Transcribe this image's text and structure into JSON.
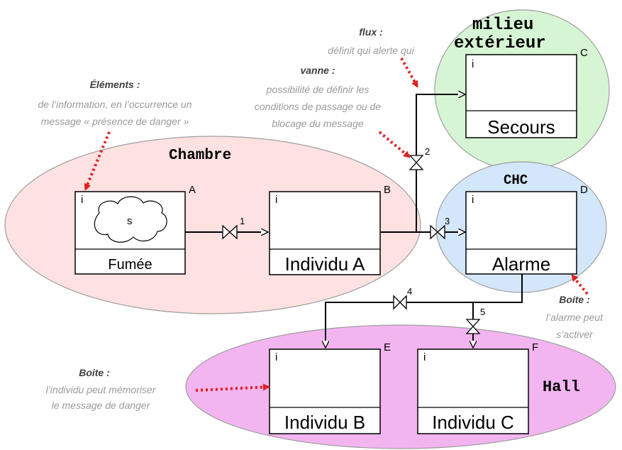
{
  "zones": {
    "chambre": "Chambre",
    "milieu_line1": "milieu",
    "milieu_line2": "extérieur",
    "chc": "CHC",
    "hall": "Hall"
  },
  "boxes": {
    "A": {
      "letter": "A",
      "info": "i",
      "content": "s",
      "title": "Fumée"
    },
    "B": {
      "letter": "B",
      "info": "i",
      "title": "Individu A"
    },
    "C": {
      "letter": "C",
      "info": "i",
      "title": "Secours"
    },
    "D": {
      "letter": "D",
      "info": "i",
      "title": "Alarme"
    },
    "E": {
      "letter": "E",
      "info": "i",
      "title": "Individu B"
    },
    "F": {
      "letter": "F",
      "info": "i",
      "title": "Individu C"
    }
  },
  "valves": [
    "1",
    "2",
    "3",
    "4",
    "5"
  ],
  "annotations": {
    "elements": {
      "title": "Éléments :",
      "lines": [
        "de l’information, en l’occurrence  un",
        "message « présence de danger »"
      ]
    },
    "flux": {
      "title": "flux :",
      "lines": [
        "définit qui alerte qui"
      ]
    },
    "vanne": {
      "title": "vanne :",
      "lines": [
        "possibilité de définir les",
        "conditions de passage ou de",
        "blocage du message"
      ]
    },
    "boite_alarme": {
      "title": "Boite :",
      "lines": [
        "l’alarme peut",
        "s’activer"
      ]
    },
    "boite_individu": {
      "title": "Boite :",
      "lines": [
        "l’individu peut mémoriser",
        "le message de danger"
      ]
    }
  },
  "colors": {
    "chambre_fill": "#fde2e1",
    "milieu_fill": "#d6f5d4",
    "chc_fill": "#d4e6fa",
    "hall_fill": "#f3b5f0",
    "pointer": "#e02020"
  }
}
